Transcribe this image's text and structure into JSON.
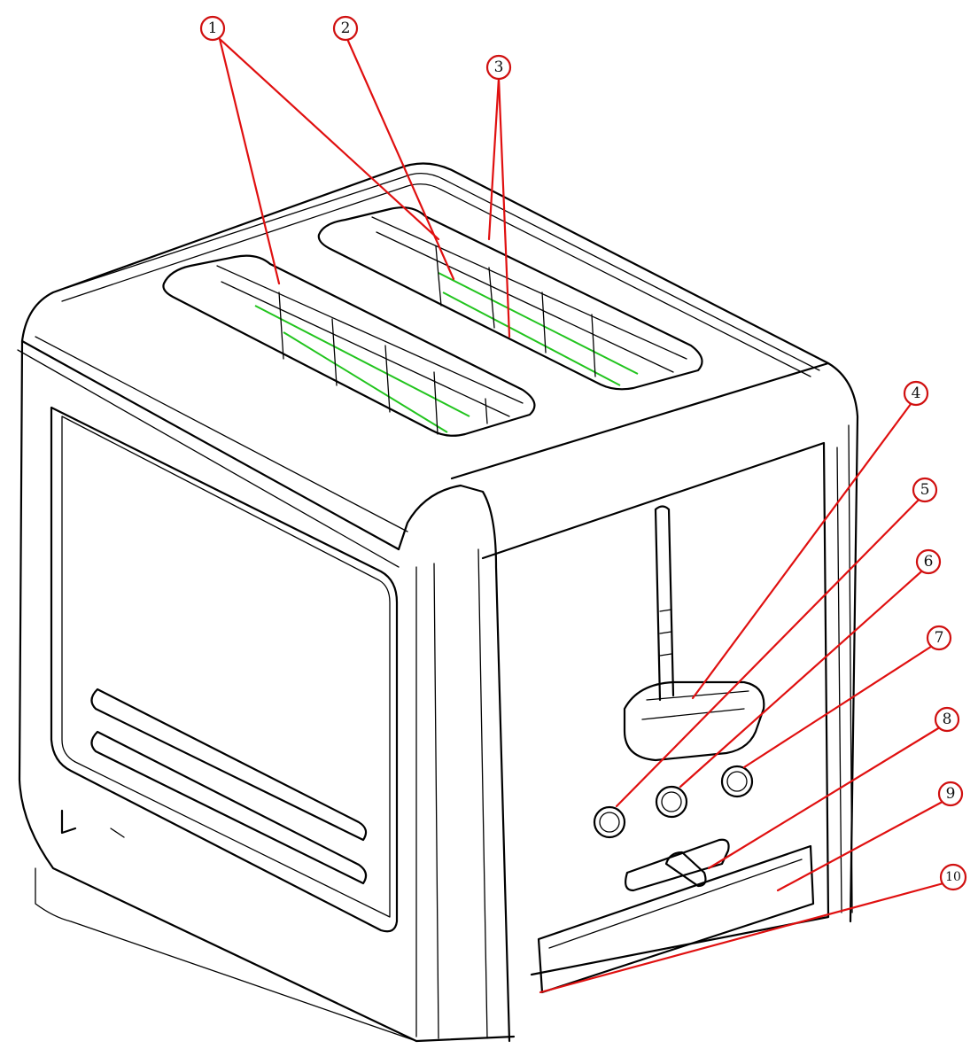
{
  "callouts": [
    {
      "number": "1"
    },
    {
      "number": "2"
    },
    {
      "number": "3"
    },
    {
      "number": "4"
    },
    {
      "number": "5"
    },
    {
      "number": "6"
    },
    {
      "number": "7"
    },
    {
      "number": "8"
    },
    {
      "number": "9"
    },
    {
      "number": "10"
    }
  ],
  "colors": {
    "line_art": "#000000",
    "callout_leader": "#e01010",
    "heating_element_highlight": "#22c41e",
    "background": "#ffffff"
  }
}
